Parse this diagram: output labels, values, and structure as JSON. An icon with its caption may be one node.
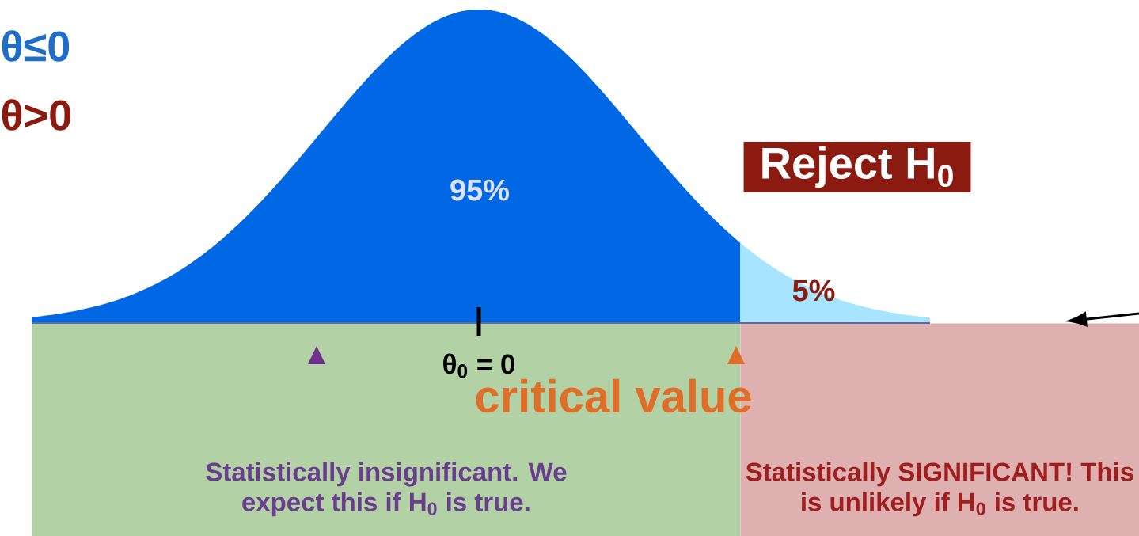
{
  "diagram": {
    "nodes": [
      {
        "text": [
          "Reject H$_{0}$"
        ]
      },
      {
        "text": [
          "Statistically insignificant. We expect this if H$_{0}$ is true."
        ]
      },
      {
        "text": [
          "Statistically SIGNIFICANT! This is unlikely if H$_{0}$ is true."
        ]
      }
    ],
    "edges": [
      {
        "from": null,
        "to": 2,
        "arrow": "to"
      }
    ],
    "labels": [
      "θ≤0",
      "θ>0",
      "95%",
      "5%",
      "θ$_{0}$ = 0",
      "critical value"
    ]
  }
}
